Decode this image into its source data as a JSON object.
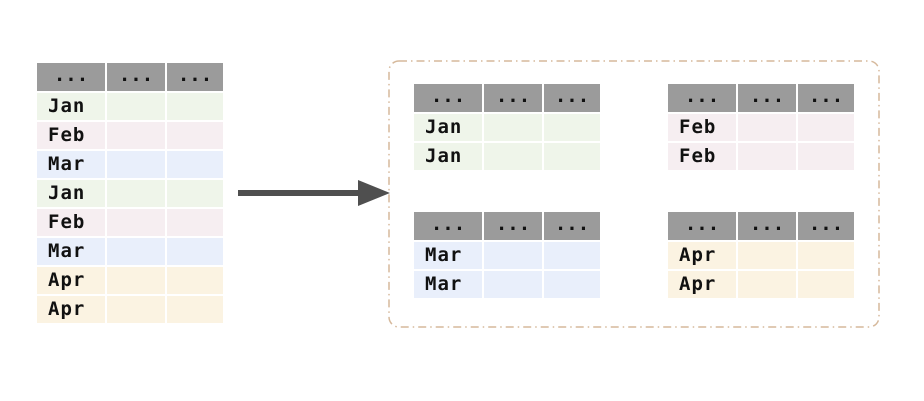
{
  "colors": {
    "header_bg": "#9b9b9b",
    "jan": "#eff5ea",
    "feb": "#f6eef1",
    "mar": "#e9effb",
    "apr": "#fbf3e2",
    "arrow": "#4f4f4f",
    "group_border": "#d6b99c",
    "text": "#111111"
  },
  "tables": {
    "source": {
      "header": [
        "...",
        "...",
        "..."
      ],
      "rows": [
        {
          "label": "Jan",
          "color": "jan"
        },
        {
          "label": "Feb",
          "color": "feb"
        },
        {
          "label": "Mar",
          "color": "mar"
        },
        {
          "label": "Jan",
          "color": "jan"
        },
        {
          "label": "Feb",
          "color": "feb"
        },
        {
          "label": "Mar",
          "color": "mar"
        },
        {
          "label": "Apr",
          "color": "apr"
        },
        {
          "label": "Apr",
          "color": "apr"
        }
      ]
    },
    "groups": [
      {
        "id": "jan",
        "header": [
          "...",
          "...",
          "..."
        ],
        "rows": [
          {
            "label": "Jan",
            "color": "jan"
          },
          {
            "label": "Jan",
            "color": "jan"
          }
        ]
      },
      {
        "id": "feb",
        "header": [
          "...",
          "...",
          "..."
        ],
        "rows": [
          {
            "label": "Feb",
            "color": "feb"
          },
          {
            "label": "Feb",
            "color": "feb"
          }
        ]
      },
      {
        "id": "mar",
        "header": [
          "...",
          "...",
          "..."
        ],
        "rows": [
          {
            "label": "Mar",
            "color": "mar"
          },
          {
            "label": "Mar",
            "color": "mar"
          }
        ]
      },
      {
        "id": "apr",
        "header": [
          "...",
          "...",
          "..."
        ],
        "rows": [
          {
            "label": "Apr",
            "color": "apr"
          },
          {
            "label": "Apr",
            "color": "apr"
          }
        ]
      }
    ]
  }
}
